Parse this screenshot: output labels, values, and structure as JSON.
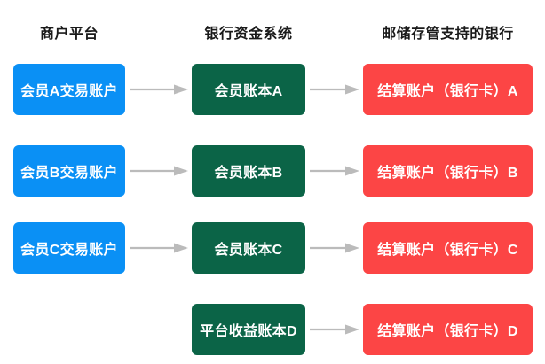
{
  "diagram": {
    "background_color": "#ffffff",
    "columns": [
      {
        "id": "merchant-platform",
        "label": "商户平台",
        "color": "#0a90f5"
      },
      {
        "id": "bank-fund-system",
        "label": "银行资金系统",
        "color": "#0b6447"
      },
      {
        "id": "postal-custody-banks",
        "label": "邮储存管支持的银行",
        "color": "#fc4545"
      }
    ],
    "arrow_color": "#bbbbbb",
    "rows": [
      {
        "id": "row-a",
        "merchant": "会员A交易账户",
        "ledger": "会员账本A",
        "settlement": "结算账户（银行卡）A",
        "has_merchant": true,
        "arrow1": "arrow-right-icon",
        "arrow2": "arrow-right-icon"
      },
      {
        "id": "row-b",
        "merchant": "会员B交易账户",
        "ledger": "会员账本B",
        "settlement": "结算账户（银行卡）B",
        "has_merchant": true,
        "arrow1": "arrow-right-icon",
        "arrow2": "arrow-right-icon"
      },
      {
        "id": "row-c",
        "merchant": "会员C交易账户",
        "ledger": "会员账本C",
        "settlement": "结算账户（银行卡）C",
        "has_merchant": true,
        "arrow1": "arrow-right-icon",
        "arrow2": "arrow-right-icon"
      },
      {
        "id": "row-d",
        "merchant": "",
        "ledger": "平台收益账本D",
        "settlement": "结算账户（银行卡）D",
        "has_merchant": false,
        "arrow1": null,
        "arrow2": "arrow-right-icon"
      }
    ]
  }
}
